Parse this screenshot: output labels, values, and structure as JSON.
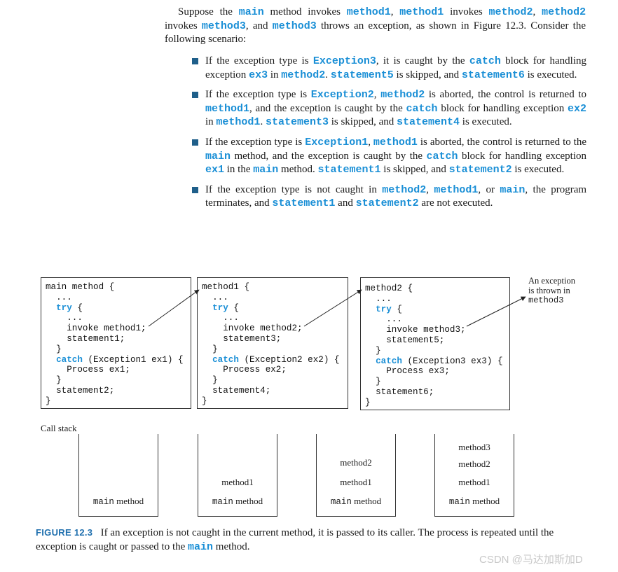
{
  "intro": {
    "p1": "Suppose the",
    "k_main": "main",
    "p2": "method invokes",
    "k_m1a": "method1",
    "p3": ",",
    "k_m1b": "method1",
    "p4": "invokes",
    "k_m2a": "method2",
    "p5": ",",
    "k_m2b": "method2",
    "p6": "invokes",
    "k_m3a": "method3",
    "p7": ", and",
    "k_m3b": "method3",
    "p8": "throws an exception, as shown in Figure 12.3. Consider the following scenario:"
  },
  "bullets": [
    {
      "t1": "If the exception type is",
      "k1": "Exception3",
      "t2": ", it is caught by the",
      "k2": "catch",
      "t3": "block for handling exception",
      "k3": "ex3",
      "t4": "in",
      "k4": "method2",
      "t5": ".",
      "k5": "statement5",
      "t6": "is skipped, and",
      "k6": "statement6",
      "t7": "is executed."
    },
    {
      "t1": "If the exception type is",
      "k1": "Exception2",
      "t2": ",",
      "k2": "method2",
      "t3": "is aborted, the control is returned to",
      "k3": "method1",
      "t4": ", and the exception is caught by the",
      "k4": "catch",
      "t5": "block for handling exception",
      "k5": "ex2",
      "t6": "in",
      "k6": "method1",
      "t7": ".",
      "k7": "statement3",
      "t8": "is skipped, and",
      "k8": "statement4",
      "t9": "is executed."
    },
    {
      "t1": "If the exception type is",
      "k1": "Exception1",
      "t2": ",",
      "k2": "method1",
      "t3": "is aborted, the control is returned to the",
      "k3": "main",
      "t4": "method, and the exception is caught by the",
      "k4": "catch",
      "t5": "block for handling exception",
      "k5": "ex1",
      "t6": "in the",
      "k6": "main",
      "t7": "method.",
      "k7": "statement1",
      "t8": "is skipped, and",
      "k8": "statement2",
      "t9": "is executed."
    },
    {
      "t1": "If the exception type is not caught in",
      "k1": "method2",
      "t2": ",",
      "k2": "method1",
      "t3": ", or",
      "k3": "main",
      "t4": ", the program terminates, and",
      "k4": "statement1",
      "t5": "and",
      "k5": "statement2",
      "t6": "are not executed."
    }
  ],
  "code_boxes": [
    {
      "l1": "main method {",
      "l2": "  ...",
      "l3_kw": "try",
      "l3": " {",
      "l4": "    ...",
      "l5": "    invoke method1;",
      "l6": "    statement1;",
      "l7": "  }",
      "l8_kw": "catch",
      "l8": " (Exception1 ex1) {",
      "l9": "    Process ex1;",
      "l10": "  }",
      "l11": "  statement2;",
      "l12": "}"
    },
    {
      "l1": "method1 {",
      "l2": "  ...",
      "l3_kw": "try",
      "l3": " {",
      "l4": "    ...",
      "l5": "    invoke method2;",
      "l6": "    statement3;",
      "l7": "  }",
      "l8_kw": "catch",
      "l8": " (Exception2 ex2) {",
      "l9": "    Process ex2;",
      "l10": "  }",
      "l11": "  statement4;",
      "l12": "}"
    },
    {
      "l1": "method2 {",
      "l2": "  ...",
      "l3_kw": "try",
      "l3": " {",
      "l4": "    ...",
      "l5": "    invoke method3;",
      "l6": "    statement5;",
      "l7": "  }",
      "l8_kw": "catch",
      "l8": " (Exception3 ex3) {",
      "l9": "    Process ex3;",
      "l10": "  }",
      "l11": "  statement6;",
      "l12": "}"
    }
  ],
  "note": {
    "l1": "An exception",
    "l2": "is thrown in",
    "l3": "method3"
  },
  "callstack": {
    "label": "Call stack",
    "main_code": "main",
    "main_text": "method",
    "m1": "method1",
    "m2": "method2",
    "m3": "method3"
  },
  "caption": {
    "fig": "FIGURE 12.3",
    "t1": "If an exception is not caught in the current method, it is passed to its caller. The process is repeated until the exception is caught or passed to the",
    "k": "main",
    "t2": "method."
  },
  "watermark": "CSDN @马达加斯加D",
  "colors": {
    "keyword": "#1a8fd6",
    "bullet": "#1f5f8a",
    "caption": "#1f6fae"
  }
}
